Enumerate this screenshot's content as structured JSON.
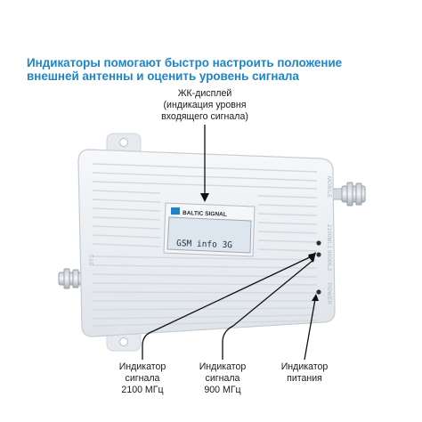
{
  "headline": {
    "line1": "Индикаторы помогают быстро настроить положение",
    "line2": "внешней антенны и оценить уровень сигнала"
  },
  "callouts": {
    "lcd": {
      "line1": "ЖК-дисплей",
      "line2": "(индикация уровня",
      "line3": "входящего сигнала)"
    },
    "ind_2100": {
      "line1": "Индикатор",
      "line2": "сигнала",
      "line3": "2100 МГц"
    },
    "ind_900": {
      "line1": "Индикатор",
      "line2": "сигнала",
      "line3": "900 МГц"
    },
    "ind_power": {
      "line1": "Индикатор",
      "line2": "питания"
    }
  },
  "device": {
    "brand": "BALTIC SIGNAL",
    "display_text": "GSM info 3G",
    "port_mobile": "MOBILE",
    "port_bts": "BTS",
    "led_labels": "2100ML1 900ML2",
    "power_label": "POWER",
    "colors": {
      "body": "#eef1f4",
      "accent": "#1e84c8",
      "lcd": "#dde6ee"
    }
  }
}
